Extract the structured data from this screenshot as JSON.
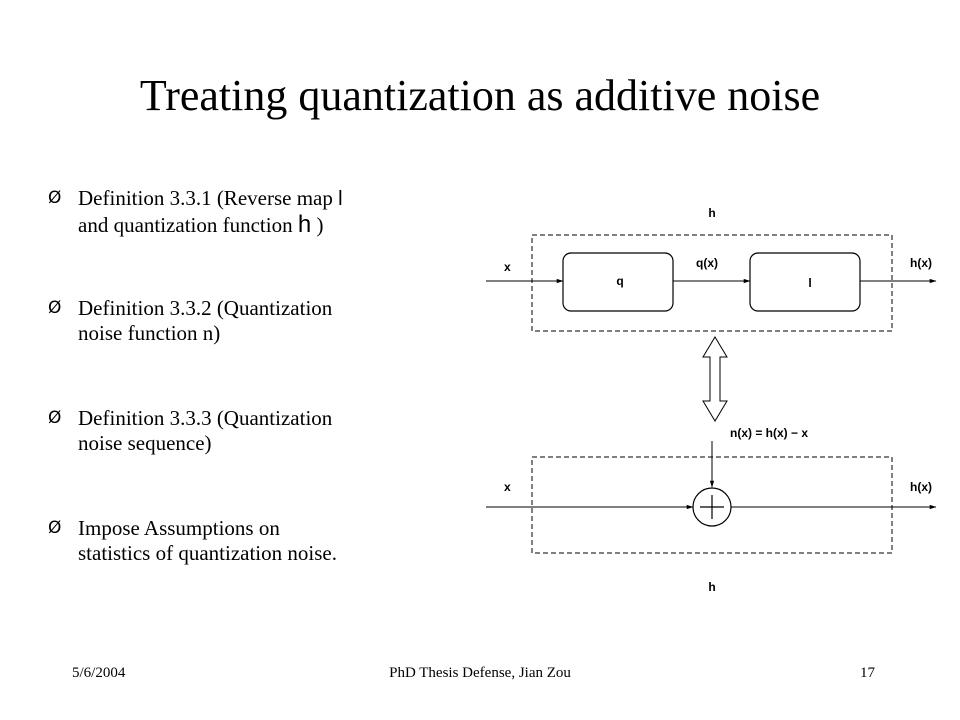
{
  "slide": {
    "title": "Treating quantization as additive noise",
    "bullets": [
      {
        "line1": "Definition 3.3.1 (Reverse map ",
        "sym1": "l",
        "line2": "and quantization function ",
        "sym2": "h",
        "tail": " )"
      },
      {
        "line1": "Definition 3.3.2 (Quantization",
        "line2": "noise function  n)"
      },
      {
        "line1": "Definition 3.3.3 (Quantization",
        "line2": "noise sequence)"
      },
      {
        "line1": "Impose Assumptions on",
        "line2": "statistics of quantization noise."
      }
    ],
    "bullet_glyph": "Ø"
  },
  "diagram": {
    "top": {
      "box_label": "h",
      "input": "x",
      "block1": "q",
      "mid": "q(x)",
      "block2": "l",
      "output": "h(x)"
    },
    "equation": "n(x) = h(x) − x",
    "bottom": {
      "box_label": "h",
      "input": "x",
      "output": "h(x)"
    }
  },
  "footer": {
    "date": "5/6/2004",
    "center": "PhD Thesis Defense, Jian Zou",
    "page": "17"
  }
}
